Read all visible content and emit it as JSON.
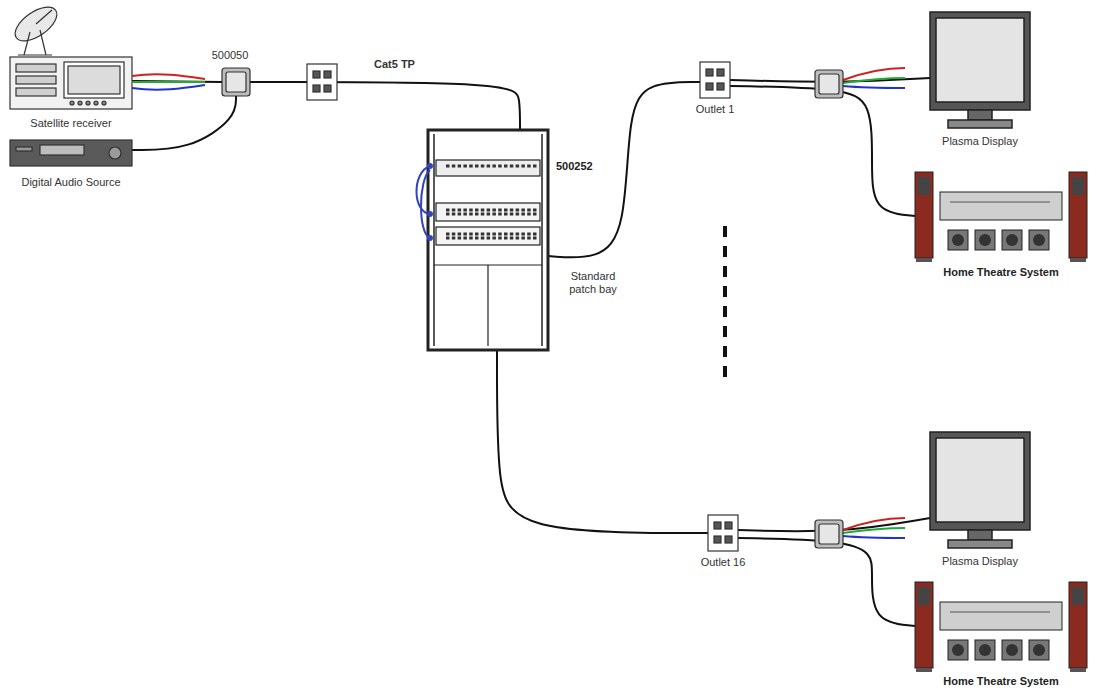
{
  "diagram": {
    "nodes": [
      {
        "text": [
          "Satellite receiver"
        ]
      },
      {
        "text": [
          "Digital Audio Source"
        ]
      },
      {
        "text": [
          "500050"
        ]
      },
      {
        "text": [
          "500252",
          "Standard patch bay"
        ]
      },
      {
        "text": [
          "Outlet 1"
        ]
      },
      {
        "text": [
          "Plasma Display"
        ]
      },
      {
        "text": [
          "Home Theatre System"
        ]
      },
      {
        "text": [
          "Outlet 16"
        ]
      },
      {
        "text": [
          "Plasma Display"
        ]
      },
      {
        "text": [
          "Home Theatre System"
        ]
      }
    ],
    "edges": [
      {
        "from": 0,
        "to": 2,
        "arrow": "none"
      },
      {
        "from": 1,
        "to": 2,
        "arrow": "none"
      },
      {
        "from": 2,
        "to": 3,
        "label": "Cat5 TP",
        "arrow": "none"
      },
      {
        "from": 3,
        "to": 4,
        "arrow": "none"
      },
      {
        "from": 3,
        "to": 7,
        "arrow": "none"
      },
      {
        "from": 4,
        "to": 5,
        "arrow": "none"
      },
      {
        "from": 4,
        "to": 6,
        "arrow": "none"
      },
      {
        "from": 7,
        "to": 8,
        "arrow": "none"
      },
      {
        "from": 7,
        "to": 9,
        "arrow": "none"
      }
    ]
  }
}
